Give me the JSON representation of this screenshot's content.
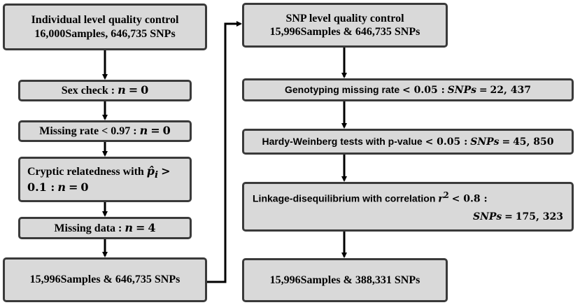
{
  "left": {
    "start": {
      "line1": "Individual level quality control",
      "line2": "16,000Samples, 646,735 SNPs"
    },
    "sex_check": {
      "label": "Sex check :",
      "var": "n",
      "eq": "=",
      "value": "0"
    },
    "missing_rate": {
      "label": "Missing rate < 0.97 :",
      "var": "n",
      "eq": "=",
      "value": "0"
    },
    "cryptic": {
      "line1": "Cryptic relatedness with",
      "var1": "p̂",
      "sub": "i",
      "gt": ">",
      "threshold": "0.1 :",
      "var": "n",
      "eq": "=",
      "value": "0"
    },
    "missing_data": {
      "label": "Missing data :",
      "var": "n",
      "eq": "=",
      "value": "4"
    },
    "end": {
      "text": "15,996Samples & 646,735 SNPs"
    }
  },
  "right": {
    "start": {
      "line1": "SNP level quality control",
      "line2": "15,996Samples & 646,735 SNPs"
    },
    "genotyping": {
      "label": "Genotyping missing rate",
      "cmp": "< 0.05 :",
      "var": "SNPs",
      "eq": "=",
      "value": "22, 437"
    },
    "hardy": {
      "label": "Hardy-Weinberg tests with p-value",
      "cmp": "< 0.05 :",
      "var": "SNPs",
      "eq": "=",
      "value": "45, 850"
    },
    "linkage": {
      "label": "Linkage-disequilibrium with correlation",
      "var": "r",
      "sup": "2",
      "cmp": "< 0.8 :",
      "var2": "SNPs",
      "eq": "=",
      "value": "175, 323"
    },
    "end": {
      "text": "15,996Samples & 388,331 SNPs"
    }
  }
}
